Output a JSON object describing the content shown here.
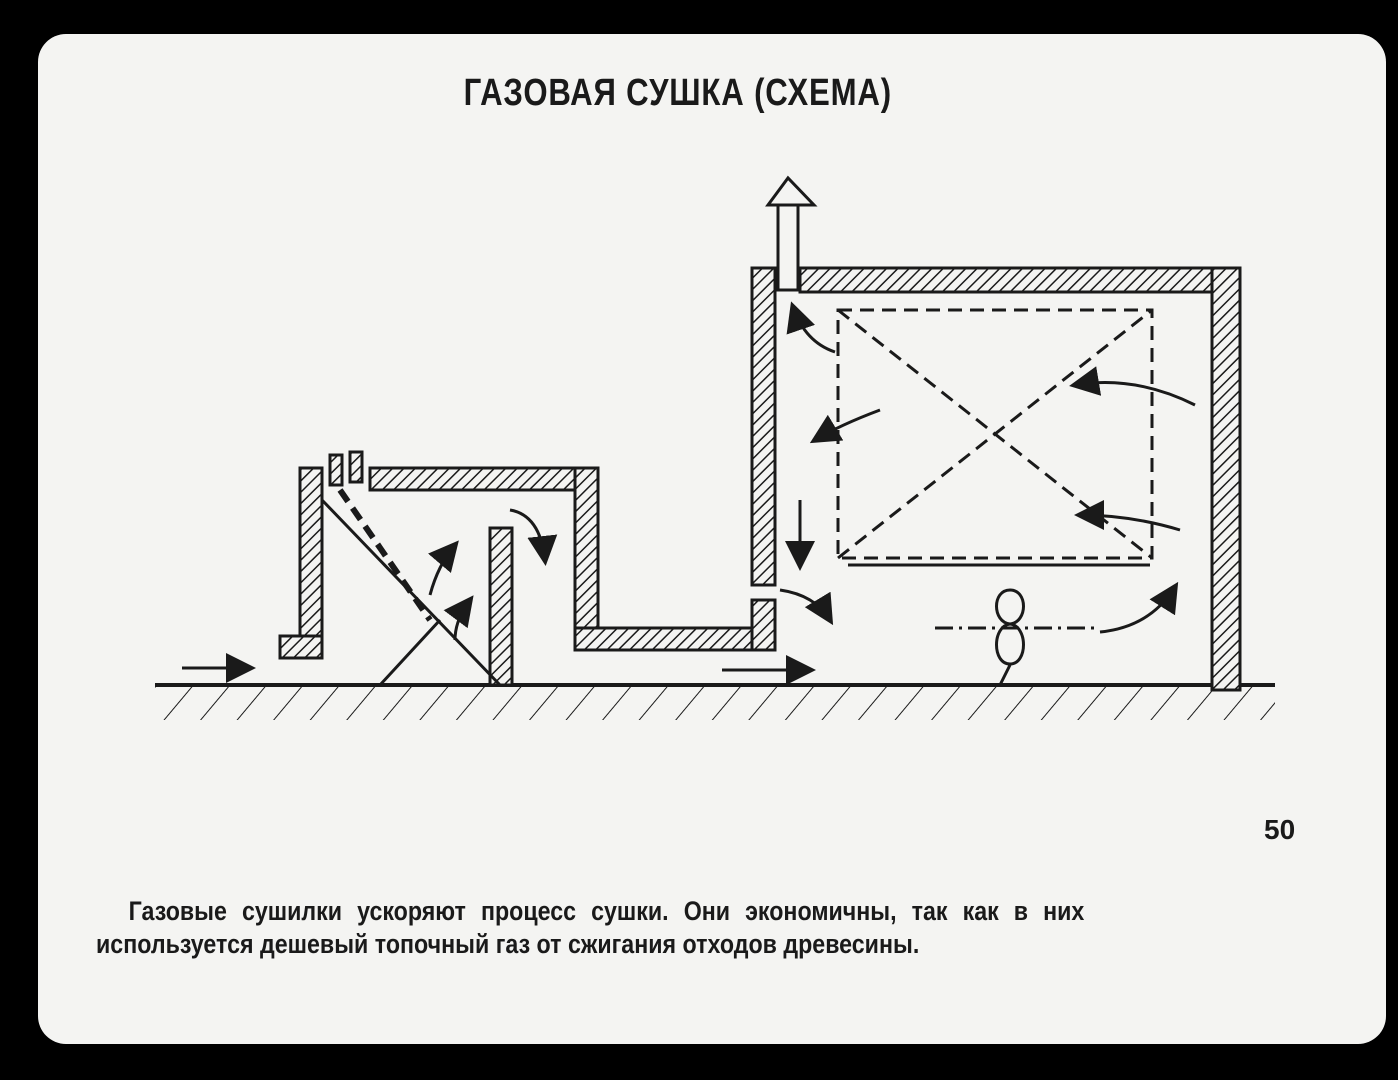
{
  "title": "ГАЗОВАЯ СУШКА (СХЕМА)",
  "page_number": "50",
  "caption": {
    "line1": "Газовые сушилки ускоряют процесс сушки. Они экономичны, так как в них",
    "line2": "используется дешевый топочный газ от сжигания отходов древесины."
  },
  "colors": {
    "background": "#000000",
    "card": "#f4f4f2",
    "ink": "#1a1a1a"
  }
}
